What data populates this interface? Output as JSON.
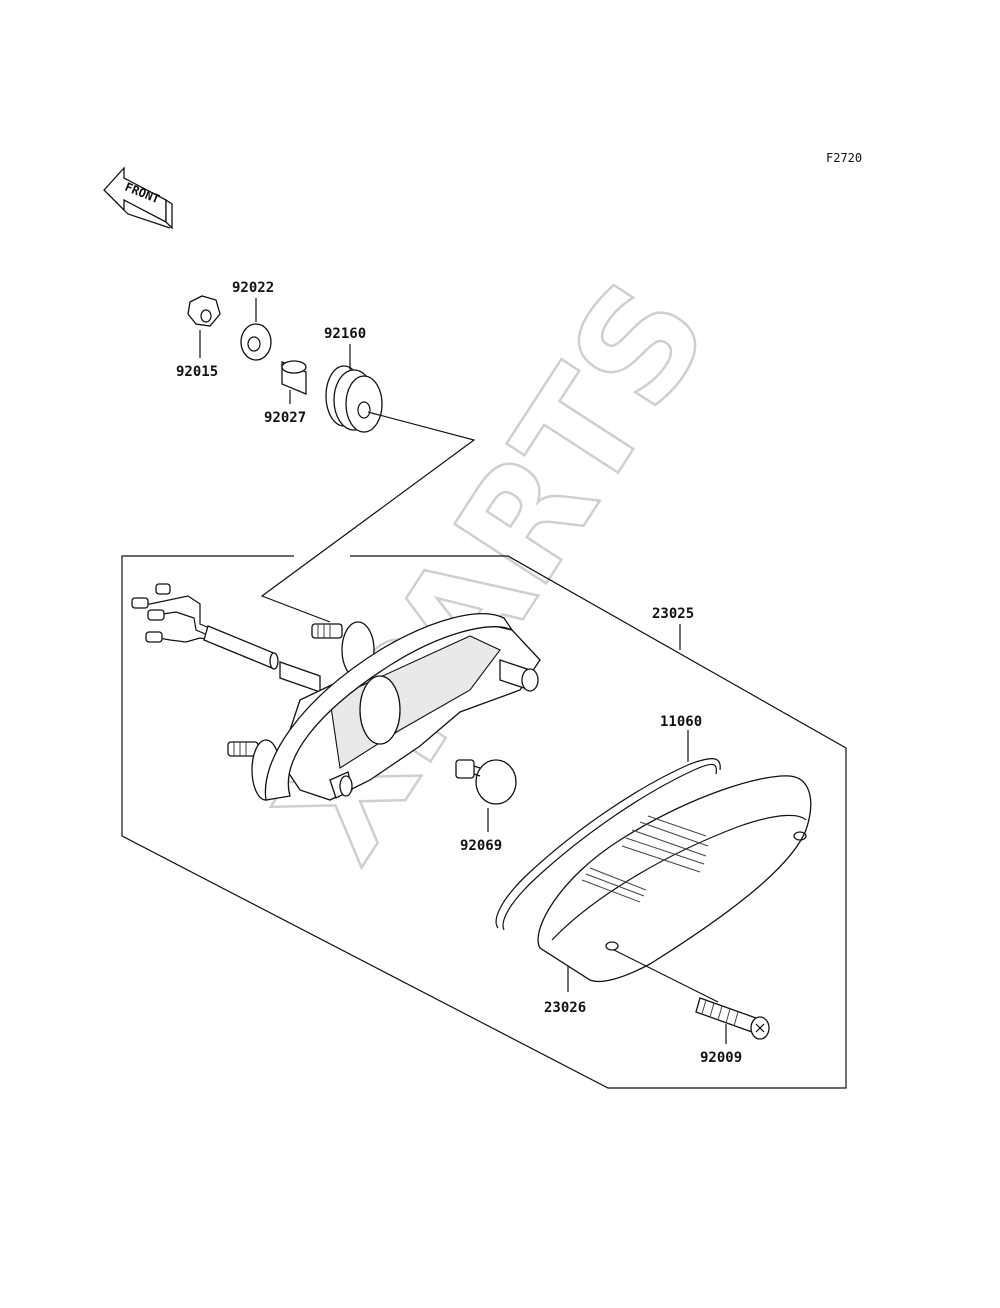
{
  "figure_code": "F2720",
  "front_arrow_label": "FRONT",
  "watermark": "XPARTS",
  "parts": {
    "p92022": "92022",
    "p92015": "92015",
    "p92160": "92160",
    "p92027": "92027",
    "p23025": "23025",
    "p11060": "11060",
    "p92069": "92069",
    "p23026": "23026",
    "p92009": "92009"
  }
}
